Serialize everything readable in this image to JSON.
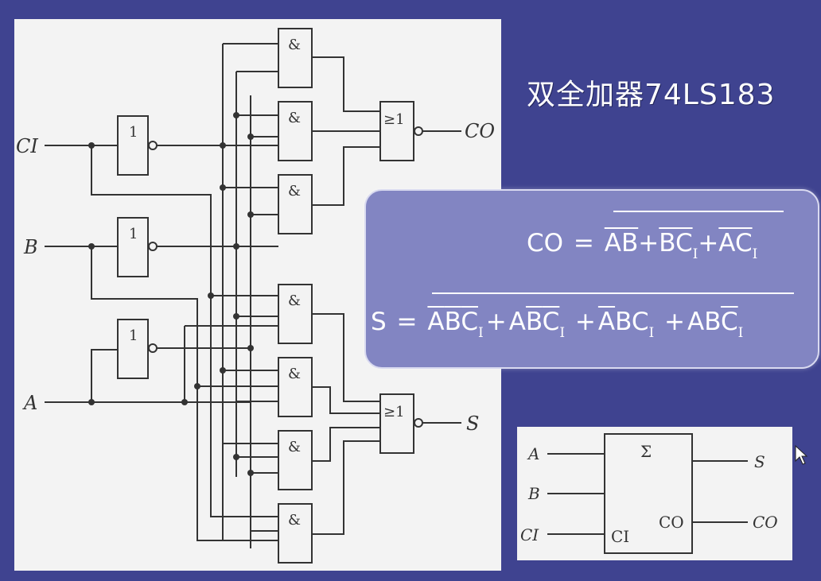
{
  "title": "双全加器74LS183",
  "formulas": {
    "co": {
      "lhs": "CO",
      "eq": "=",
      "t1": "AB",
      "plus1": "+",
      "t2": "BC",
      "t2_sub": "I",
      "plus2": "+",
      "t3": "AC",
      "t3_sub": "I"
    },
    "s": {
      "lhs": "S",
      "eq": "=",
      "t1a": "A",
      "t1b": "B",
      "t1c": "C",
      "t1_sub": "I",
      "plus1": "+",
      "t2a": "A",
      "t2b": "B",
      "t2c": "C",
      "t2_sub": "I",
      "plus2": "+",
      "t3a": "A",
      "t3b": "BC",
      "t3_sub": "I",
      "plus3": "+",
      "t4a": "AB",
      "t4b": "C",
      "t4_sub": "I"
    }
  },
  "circuit": {
    "inputs": [
      "CI",
      "B",
      "A"
    ],
    "outputs": [
      "CO",
      "S"
    ],
    "not_label": "1",
    "and_label": "&",
    "nor_label": "≥1"
  },
  "symbol": {
    "inputs": [
      "A",
      "B",
      "CI"
    ],
    "outputs": [
      "S",
      "CO"
    ],
    "sigma": "Σ",
    "ci_pin": "CI",
    "co_pin": "CO"
  },
  "colors": {
    "background": "#3f4390",
    "panel": "#f3f3f3",
    "formula_box": "#8285c2",
    "ink": "#333333"
  }
}
